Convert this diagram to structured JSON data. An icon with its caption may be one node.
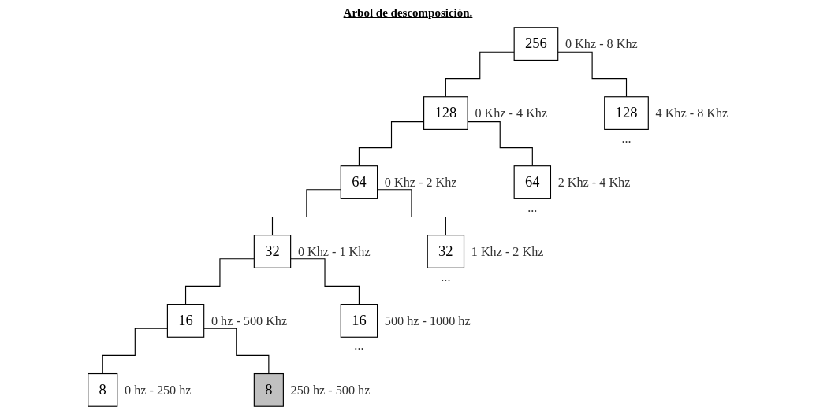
{
  "diagram": {
    "title": "Arbol de descomposición.",
    "nodes": [
      {
        "text": [
          "256"
        ],
        "beside": [
          "0 Khz - 8 Khz"
        ]
      },
      {
        "text": [
          "128"
        ],
        "beside": [
          "0 Khz - 4 Khz"
        ]
      },
      {
        "text": [
          "128"
        ],
        "beside": [
          "4 Khz - 8 Khz",
          "..."
        ]
      },
      {
        "text": [
          "64"
        ],
        "beside": [
          "0 Khz - 2 Khz"
        ]
      },
      {
        "text": [
          "64"
        ],
        "beside": [
          "2 Khz - 4 Khz",
          "..."
        ]
      },
      {
        "text": [
          "32"
        ],
        "beside": [
          "0 Khz - 1 Khz"
        ]
      },
      {
        "text": [
          "32"
        ],
        "beside": [
          "1 Khz - 2 Khz",
          "..."
        ]
      },
      {
        "text": [
          "16"
        ],
        "beside": [
          "0 hz - 500 Khz"
        ]
      },
      {
        "text": [
          "16"
        ],
        "beside": [
          "500 hz - 1000 hz",
          "..."
        ]
      },
      {
        "text": [
          "8"
        ],
        "beside": [
          "0 hz - 250 hz"
        ]
      },
      {
        "text": [
          "8"
        ],
        "beside": [
          "250 hz - 500 hz"
        ]
      }
    ],
    "edges": [
      {
        "from": 0,
        "to": 1,
        "arrow": "none"
      },
      {
        "from": 0,
        "to": 2,
        "arrow": "none"
      },
      {
        "from": 1,
        "to": 3,
        "arrow": "none"
      },
      {
        "from": 1,
        "to": 4,
        "arrow": "none"
      },
      {
        "from": 3,
        "to": 5,
        "arrow": "none"
      },
      {
        "from": 3,
        "to": 6,
        "arrow": "none"
      },
      {
        "from": 5,
        "to": 7,
        "arrow": "none"
      },
      {
        "from": 5,
        "to": 8,
        "arrow": "none"
      },
      {
        "from": 7,
        "to": 9,
        "arrow": "none"
      },
      {
        "from": 7,
        "to": 10,
        "arrow": "none"
      }
    ]
  }
}
